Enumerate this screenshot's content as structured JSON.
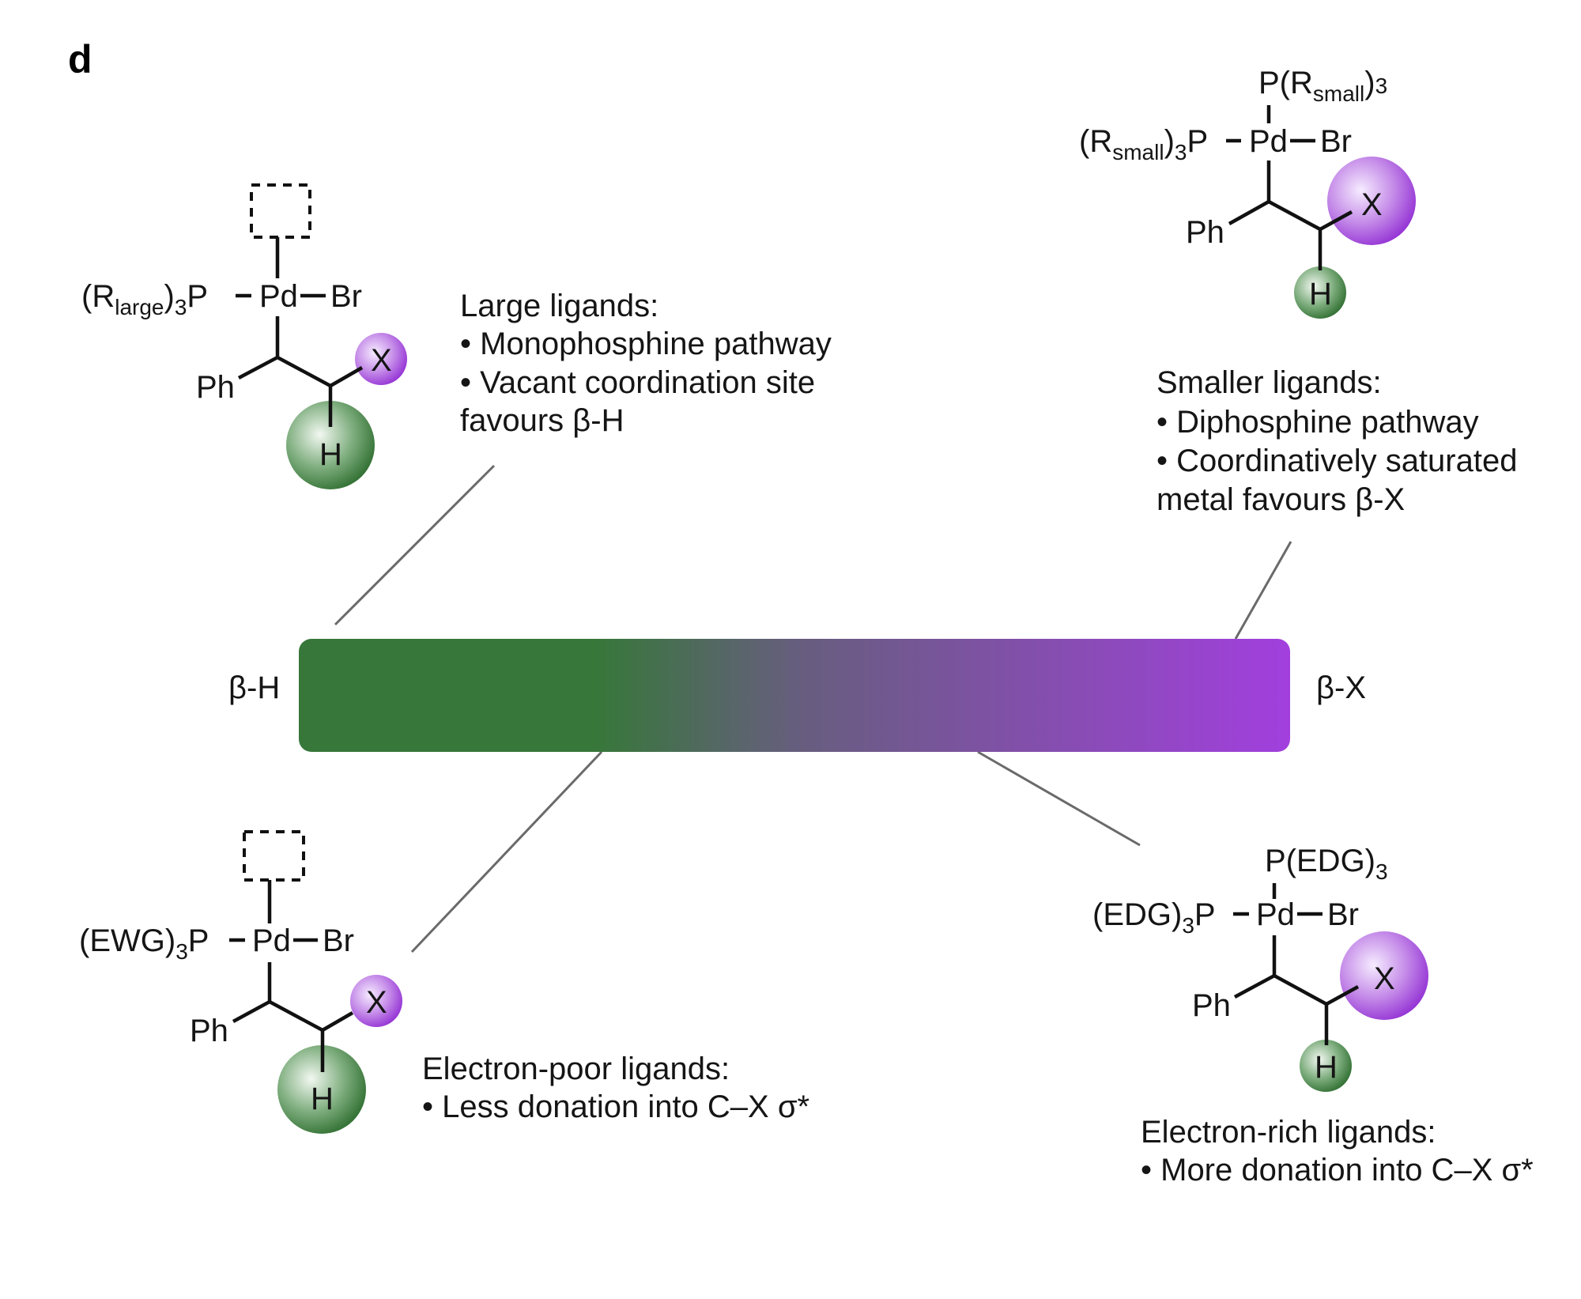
{
  "panel_label": "d",
  "colors": {
    "beta_h": "#3a7a3a",
    "beta_x": "#9a3fc8",
    "bar_left": "#37773a",
    "bar_mid": "#665e7d",
    "bar_right": "#a23fde",
    "sphere_green_dark": "#2f6e30",
    "sphere_green_light": "#f2f8f1",
    "sphere_purple_dark": "#9331d4",
    "sphere_purple_light": "#f6ecff"
  },
  "scale": {
    "left_label": "β-H",
    "right_label": "β-X"
  },
  "structures": {
    "top_left": {
      "ligand_prefix": "(R",
      "ligand_sub": "large",
      "ligand_suffix": ")",
      "ligand_count": "3",
      "ligand_atom": "P",
      "metal": "Pd",
      "halide": "Br",
      "aryl": "Ph",
      "leaving_group": "X",
      "hydrogen": "H",
      "vacant_site": true
    },
    "top_right": {
      "apical_ligand_prefix": "P(R",
      "apical_ligand_sub": "small",
      "apical_ligand_suffix": ")",
      "apical_ligand_count": "3",
      "ligand_prefix": "(R",
      "ligand_sub": "small",
      "ligand_suffix": ")",
      "ligand_count": "3",
      "ligand_atom": "P",
      "metal": "Pd",
      "halide": "Br",
      "aryl": "Ph",
      "leaving_group": "X",
      "hydrogen": "H"
    },
    "bottom_left": {
      "ligand_prefix": "(EWG)",
      "ligand_count": "3",
      "ligand_atom": "P",
      "metal": "Pd",
      "halide": "Br",
      "aryl": "Ph",
      "leaving_group": "X",
      "hydrogen": "H",
      "vacant_site": true
    },
    "bottom_right": {
      "apical_ligand_prefix": "P(EDG)",
      "apical_ligand_count": "3",
      "ligand_prefix": "(EDG)",
      "ligand_count": "3",
      "ligand_atom": "P",
      "metal": "Pd",
      "halide": "Br",
      "aryl": "Ph",
      "leaving_group": "X",
      "hydrogen": "H"
    }
  },
  "descriptions": {
    "large": {
      "title": "Large ligands:",
      "lines": [
        "• Monophosphine pathway",
        "• Vacant coordination site",
        "favours β-H"
      ]
    },
    "small": {
      "title": "Smaller ligands:",
      "lines": [
        "• Diphosphine pathway",
        "• Coordinatively saturated",
        "metal favours β-X"
      ]
    },
    "poor": {
      "title": "Electron-poor ligands:",
      "lines": [
        "• Less donation into C–X σ*"
      ]
    },
    "rich": {
      "title": "Electron-rich ligands:",
      "lines": [
        "• More donation into C–X σ*"
      ]
    }
  }
}
